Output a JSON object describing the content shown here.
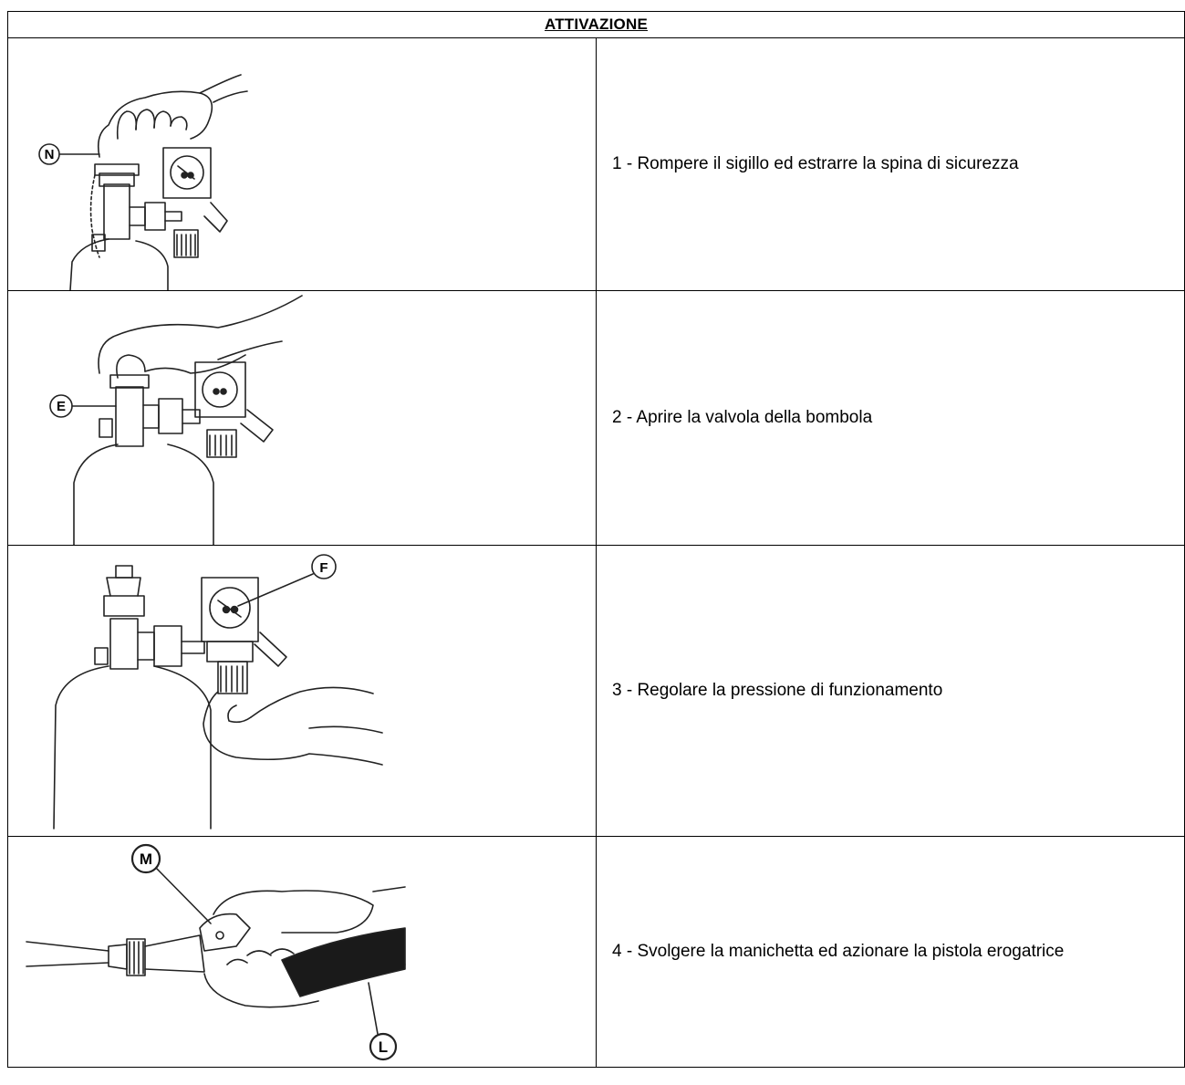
{
  "header": {
    "title": "ATTIVAZIONE"
  },
  "steps": [
    {
      "text": "1 - Rompere il sigillo ed estrarre la spina di sicurezza",
      "callouts": [
        "N"
      ],
      "icon": "hand-pulling-safety-pin-icon"
    },
    {
      "text": "2 - Aprire la valvola della bombola",
      "callouts": [
        "E"
      ],
      "icon": "hand-opening-cylinder-valve-icon"
    },
    {
      "text": "3 - Regolare la pressione di funzionamento",
      "callouts": [
        "F"
      ],
      "icon": "hand-adjusting-pressure-regulator-icon"
    },
    {
      "text": "4 - Svolgere la manichetta ed azionare la pistola erogatrice",
      "callouts": [
        "M",
        "L"
      ],
      "icon": "hand-operating-spray-gun-icon"
    }
  ]
}
